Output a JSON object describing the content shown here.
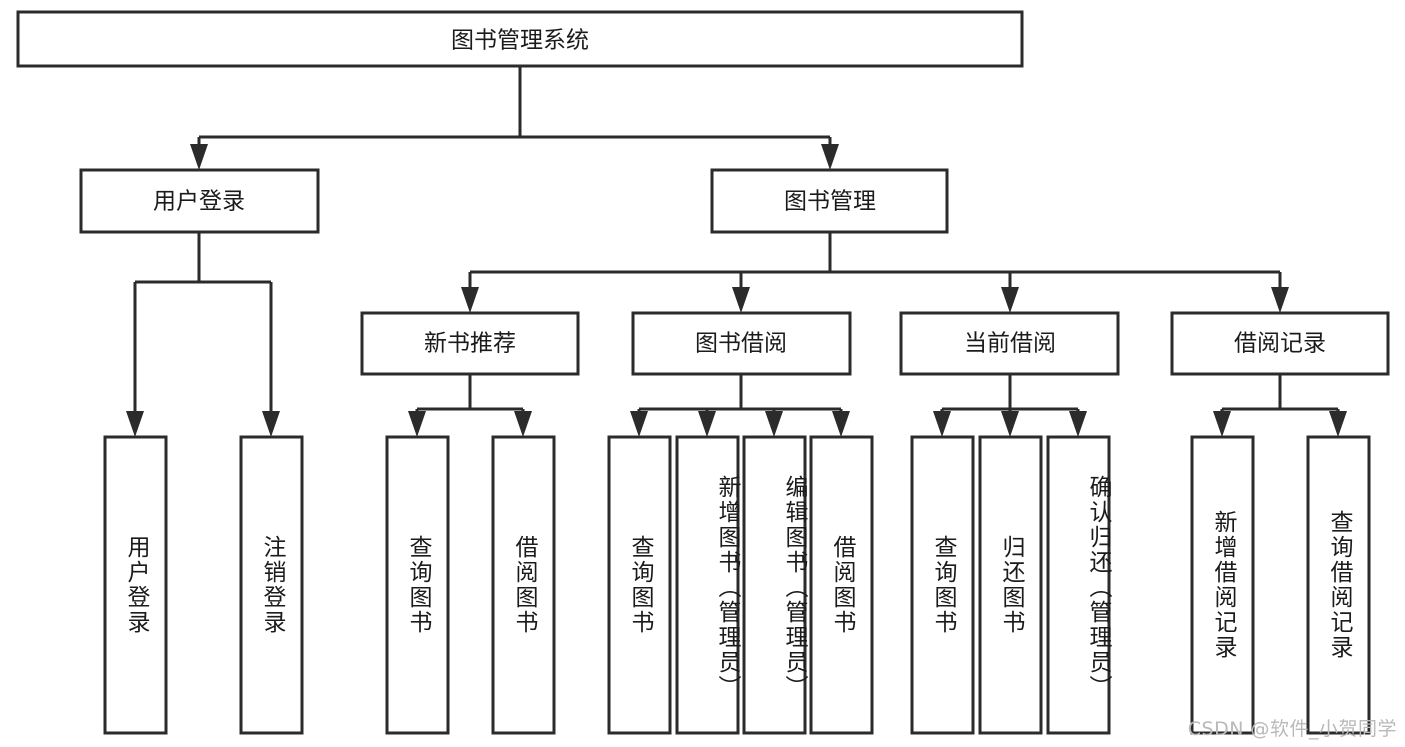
{
  "diagram": {
    "type": "tree-hierarchy",
    "title": "图书管理系统",
    "watermark": "CSDN @软件_小贺同学",
    "colors": {
      "stroke": "#2b2b2b",
      "fill": "#ffffff",
      "text": "#1b1b1b",
      "watermark": "#b9b9b9",
      "background": "#ffffff"
    },
    "root": {
      "label": "图书管理系统"
    },
    "level2": [
      {
        "label": "用户登录"
      },
      {
        "label": "图书管理"
      }
    ],
    "level3": [
      {
        "label": "新书推荐"
      },
      {
        "label": "图书借阅"
      },
      {
        "label": "当前借阅"
      },
      {
        "label": "借阅记录"
      }
    ],
    "leaves": {
      "user_login": [
        {
          "label": "用户登录"
        },
        {
          "label": "注销登录"
        }
      ],
      "new_book_recommend": [
        {
          "label": "查询图书"
        },
        {
          "label": "借阅图书"
        }
      ],
      "book_borrow": [
        {
          "label": "查询图书"
        },
        {
          "label": "新增图书（管理员）"
        },
        {
          "label": "编辑图书（管理员）"
        },
        {
          "label": "借阅图书"
        }
      ],
      "current_borrow": [
        {
          "label": "查询图书"
        },
        {
          "label": "归还图书"
        },
        {
          "label": "确认归还（管理员）"
        }
      ],
      "borrow_record": [
        {
          "label": "新增借阅记录"
        },
        {
          "label": "查询借阅记录"
        }
      ]
    }
  }
}
